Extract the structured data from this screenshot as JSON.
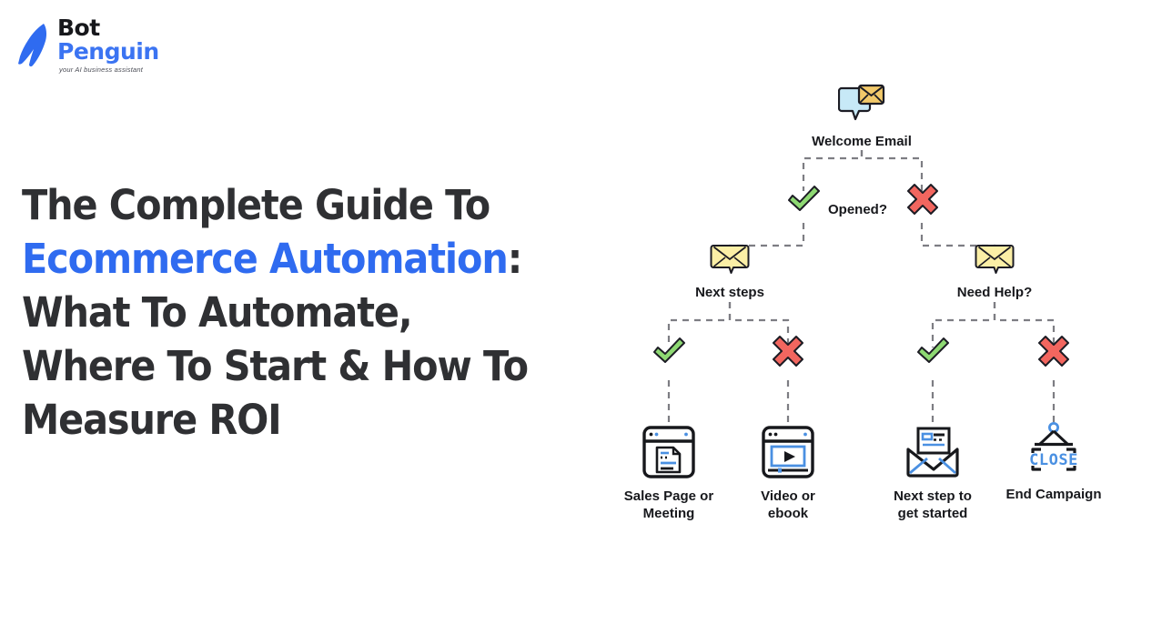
{
  "brand": {
    "name_line1": "Bot",
    "name_line2": "Penguin",
    "tagline": "your AI business assistant",
    "icon": "penguin-logo-icon",
    "accent_color": "#3b74f2",
    "dark_color": "#17181c"
  },
  "headline": {
    "line1": "The Complete Guide To",
    "line2_accent": "Ecommerce Automation",
    "line2_tail": ":",
    "line3": "What To Automate,",
    "line4": "Where To Start & How To",
    "line5": "Measure ROI",
    "text_color": "#2f3033",
    "accent_color": "#2f6bf0"
  },
  "flowchart": {
    "type": "decision-tree",
    "connector_style": "dashed",
    "connector_color": "#7d7d83",
    "nodes": {
      "welcome_email": {
        "label": "Welcome Email",
        "icon": "chat-bubble-envelope-icon"
      },
      "next_steps": {
        "label": "Next steps",
        "icon": "envelope-bubble-icon"
      },
      "need_help": {
        "label": "Need Help?",
        "icon": "envelope-bubble-icon"
      },
      "sales_page": {
        "label": "Sales Page or\nMeeting",
        "icon": "browser-document-icon"
      },
      "video_ebook": {
        "label": "Video or\nebook",
        "icon": "browser-video-play-icon"
      },
      "next_step_started": {
        "label": "Next step to\nget started",
        "icon": "open-envelope-letter-icon"
      },
      "end_campaign": {
        "label": "End Campaign",
        "icon": "close-sign-icon",
        "sign_text": "CLOSE"
      }
    },
    "decision_label": "Opened?",
    "decisions": [
      {
        "name": "opened-yes",
        "type": "check",
        "color": "#8ed973"
      },
      {
        "name": "opened-no",
        "type": "cross",
        "color": "#f2665f"
      },
      {
        "name": "next-steps-yes",
        "type": "check",
        "color": "#8ed973"
      },
      {
        "name": "next-steps-no",
        "type": "cross",
        "color": "#f2665f"
      },
      {
        "name": "need-help-yes",
        "type": "check",
        "color": "#8ed973"
      },
      {
        "name": "need-help-no",
        "type": "cross",
        "color": "#f2665f"
      }
    ]
  }
}
